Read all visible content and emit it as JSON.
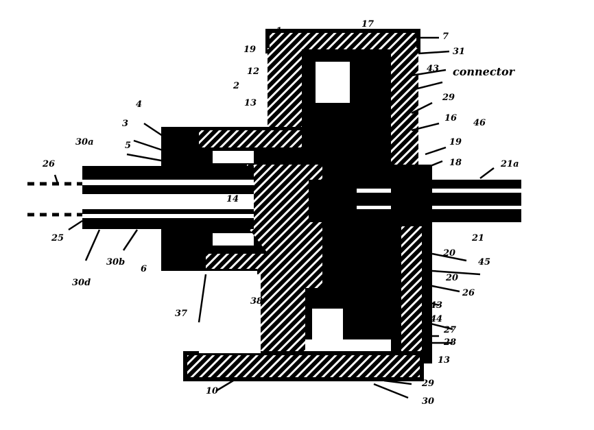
{
  "figure": {
    "colors": {
      "ink": "#000000",
      "paper": "#ffffff"
    },
    "annotation": "connector",
    "labels": [
      {
        "id": "l1",
        "text": "1"
      },
      {
        "id": "l17",
        "text": "17"
      },
      {
        "id": "l7",
        "text": "7"
      },
      {
        "id": "l19a",
        "text": "19"
      },
      {
        "id": "l31",
        "text": "31"
      },
      {
        "id": "l12",
        "text": "12"
      },
      {
        "id": "l43a",
        "text": "43"
      },
      {
        "id": "l2",
        "text": "2"
      },
      {
        "id": "l13",
        "text": "13"
      },
      {
        "id": "l29",
        "text": "29"
      },
      {
        "id": "l16",
        "text": "16"
      },
      {
        "id": "l46",
        "text": "46"
      },
      {
        "id": "l4",
        "text": "4"
      },
      {
        "id": "l3",
        "text": "3"
      },
      {
        "id": "l5",
        "text": "5"
      },
      {
        "id": "l30a",
        "text": "30a"
      },
      {
        "id": "l19b",
        "text": "19"
      },
      {
        "id": "l18",
        "text": "18"
      },
      {
        "id": "l21a",
        "text": "21a"
      },
      {
        "id": "l26a",
        "text": "26"
      },
      {
        "id": "l14",
        "text": "14"
      },
      {
        "id": "l21",
        "text": "21"
      },
      {
        "id": "l25",
        "text": "25"
      },
      {
        "id": "l30b",
        "text": "30b"
      },
      {
        "id": "l30d",
        "text": "30d"
      },
      {
        "id": "l6",
        "text": "6"
      },
      {
        "id": "l37",
        "text": "37"
      },
      {
        "id": "l38",
        "text": "38"
      },
      {
        "id": "l20",
        "text": "20"
      },
      {
        "id": "l45",
        "text": "45"
      },
      {
        "id": "l20b",
        "text": "20"
      },
      {
        "id": "l26",
        "text": "26"
      },
      {
        "id": "l43",
        "text": "43"
      },
      {
        "id": "l44",
        "text": "44"
      },
      {
        "id": "l27",
        "text": "27"
      },
      {
        "id": "l28",
        "text": "28"
      },
      {
        "id": "l13b",
        "text": "13"
      },
      {
        "id": "l29b",
        "text": "29"
      },
      {
        "id": "l30",
        "text": "30"
      },
      {
        "id": "l10",
        "text": "10"
      }
    ]
  }
}
